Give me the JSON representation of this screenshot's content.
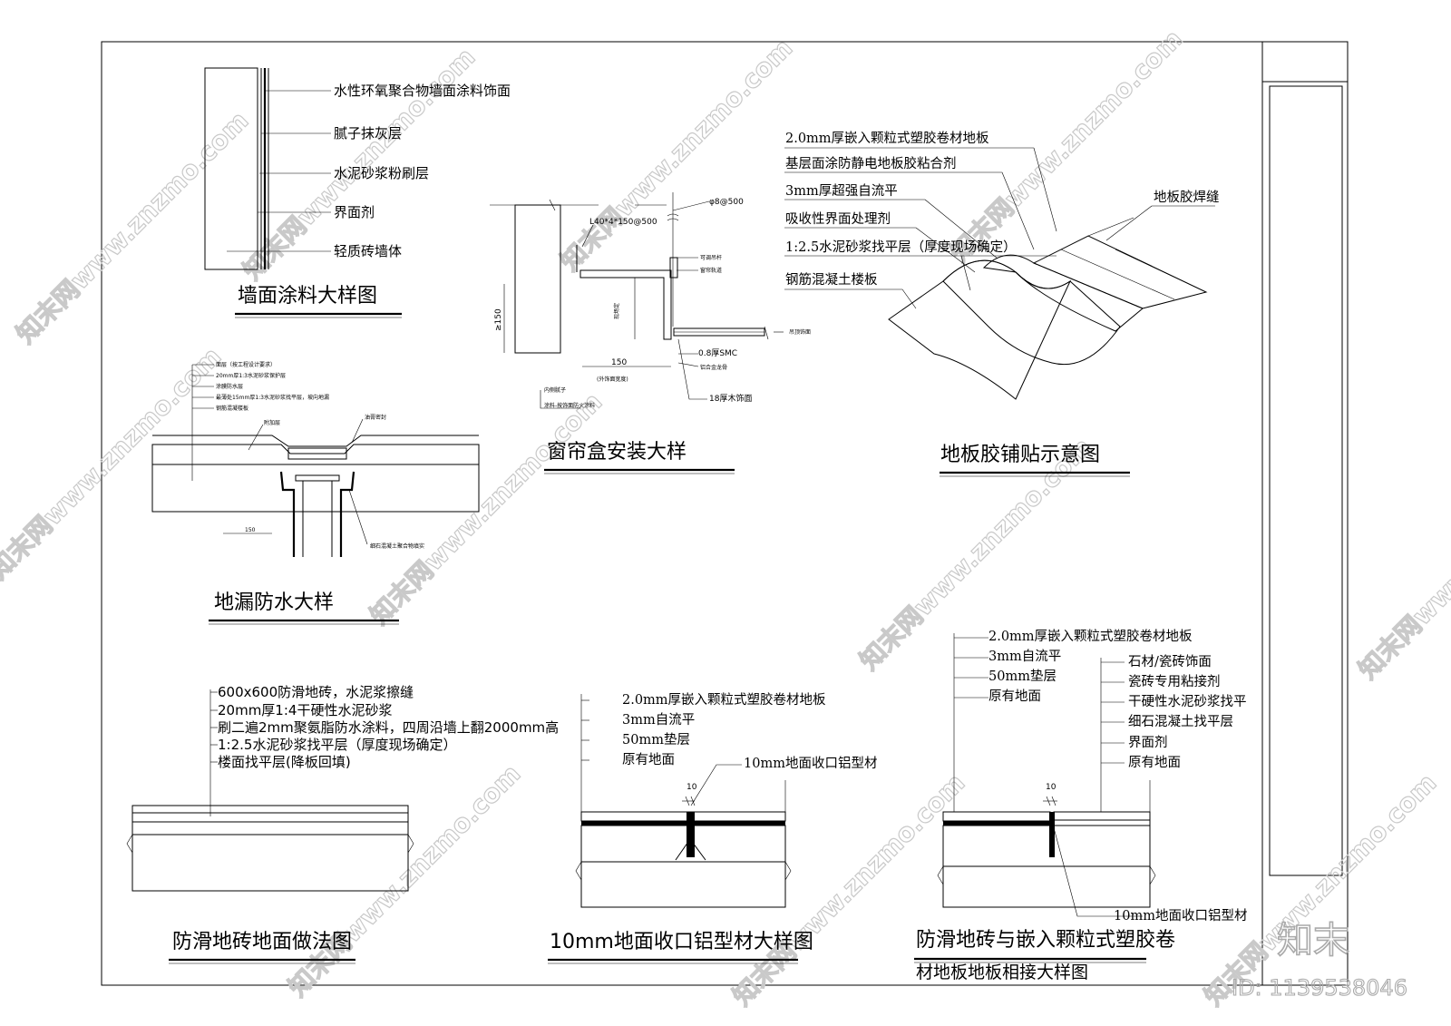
{
  "wall_detail": {
    "title": "墙面涂料大样图",
    "labels": [
      "水性环氧聚合物墙面涂料饰面",
      "腻子抹灰层",
      "水泥砂浆粉刷层",
      "界面剂",
      "轻质砖墙体"
    ]
  },
  "curtain_box": {
    "title": "窗帘盒安装大样",
    "labels": [
      "L40*4*150@500",
      "φ8@500",
      "≥150",
      "150",
      "0.8厚SMC"
    ],
    "small_labels": [
      "可调吊杆",
      "窗帘轨道",
      "吊顶饰面",
      "铝合金龙骨",
      "18厚木饰面",
      "内侧腻子",
      "涂料-按饰面防火涂料",
      "(外饰面宽度)",
      "现场定"
    ]
  },
  "vinyl_floor": {
    "title": "地板胶铺贴示意图",
    "labels": [
      "2.0mm厚嵌入颗粒式塑胶卷材地板",
      "基层面涂防静电地板胶粘合剂",
      "3mm厚超强自流平",
      "吸收性界面处理剂",
      "1:2.5水泥砂浆找平层（厚度现场确定）",
      "钢筋混凝土楼板",
      "地板胶焊缝"
    ]
  },
  "floor_drain": {
    "title": "地漏防水大样",
    "small_labels": [
      "面层（按工程设计要求）",
      "20mm厚1:3水泥砂浆保护层",
      "涂膜防水层",
      "最薄处15mm厚1:3水泥砂浆找平层，坡向地漏",
      "钢筋混凝楼板",
      "附加层",
      "油膏密封",
      "细石混凝土聚合物填实"
    ],
    "dimension": "150"
  },
  "anti_slip_tile": {
    "title": "防滑地砖地面做法图",
    "labels": [
      "600x600防滑地砖，水泥浆擦缝",
      "20mm厚1:4干硬性水泥砂浆",
      "刷二遍2mm聚氨脂防水涂料，四周沿墙上翻2000mm高",
      "1:2.5水泥砂浆找平层（厚度现场确定）",
      "楼面找平层(降板回填)"
    ]
  },
  "aluminum_profile": {
    "title": "10mm地面收口铝型材大样图",
    "labels": [
      "2.0mm厚嵌入颗粒式塑胶卷材地板",
      "3mm自流平",
      "50mm垫层",
      "原有地面"
    ],
    "callout": "10mm地面收口铝型材",
    "dimension": "10"
  },
  "tile_vinyl_joint": {
    "title_line1": "防滑地砖与嵌入颗粒式塑胶卷",
    "title_line2": "材地板地板相接大样图",
    "left_labels": [
      "2.0mm厚嵌入颗粒式塑胶卷材地板",
      "3mm自流平",
      "50mm垫层",
      "原有地面"
    ],
    "right_labels": [
      "石材/瓷砖饰面",
      "瓷砖专用粘接剂",
      "干硬性水泥砂浆找平",
      "细石混凝土找平层",
      "界面剂",
      "原有地面"
    ],
    "callout": "10mm地面收口铝型材",
    "dimension": "10"
  },
  "watermark": {
    "text": "知末网www.znzmo.com",
    "logo": "知末",
    "id_text": "ID: 1139538046"
  }
}
